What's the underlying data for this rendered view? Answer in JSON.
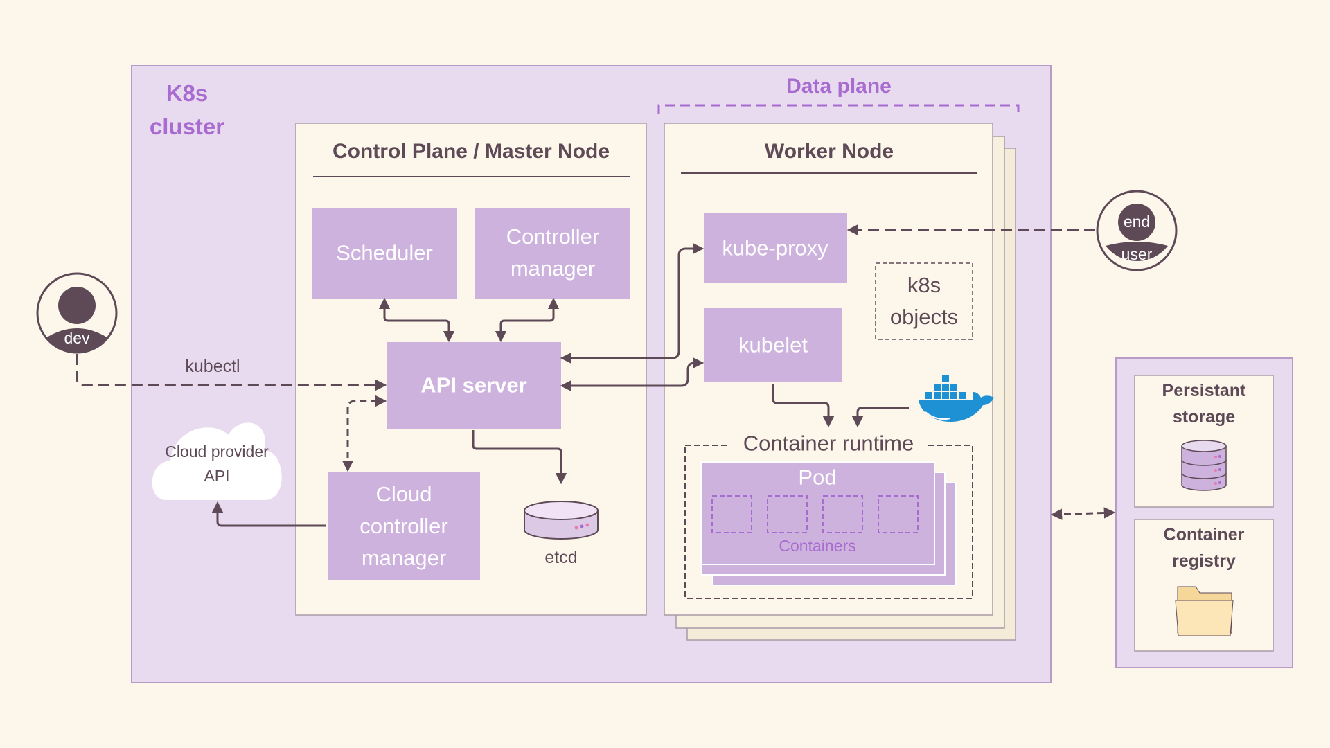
{
  "colors": {
    "background": "#fdf6ea",
    "cluster_fill": "#e9dbef",
    "node_fill": "#fdf6ea",
    "component_fill": "#cdb2dd",
    "accent_purple": "#a86bcf",
    "dark": "#5e4a57",
    "cloud_fill": "#ffffff",
    "folder_fill": "#fce6b8"
  },
  "cluster": {
    "label_line1": "K8s",
    "label_line2": "cluster"
  },
  "data_plane": {
    "label": "Data plane"
  },
  "control_plane": {
    "title": "Control Plane / Master Node",
    "scheduler": "Scheduler",
    "controller_manager": "Controller manager",
    "api_server": "API server",
    "cloud_controller_manager": "Cloud controller manager",
    "etcd": "etcd"
  },
  "worker_node": {
    "title": "Worker Node",
    "kube_proxy": "kube-proxy",
    "kubelet": "kubelet",
    "k8s_objects": "k8s objects",
    "container_runtime": "Container runtime",
    "pod": "Pod",
    "containers": "Containers"
  },
  "actors": {
    "dev": "dev",
    "end_user_line1": "end",
    "end_user_line2": "user",
    "kubectl": "kubectl"
  },
  "cloud_provider": {
    "label": "Cloud provider API"
  },
  "external": {
    "persistent_storage": "Persistant storage",
    "container_registry": "Container registry"
  },
  "icons": {
    "dev_avatar": "user-avatar-icon",
    "end_user_avatar": "user-avatar-icon",
    "etcd": "database-cylinder-icon",
    "docker": "docker-whale-icon",
    "storage": "server-stack-icon",
    "registry": "folder-icon"
  }
}
